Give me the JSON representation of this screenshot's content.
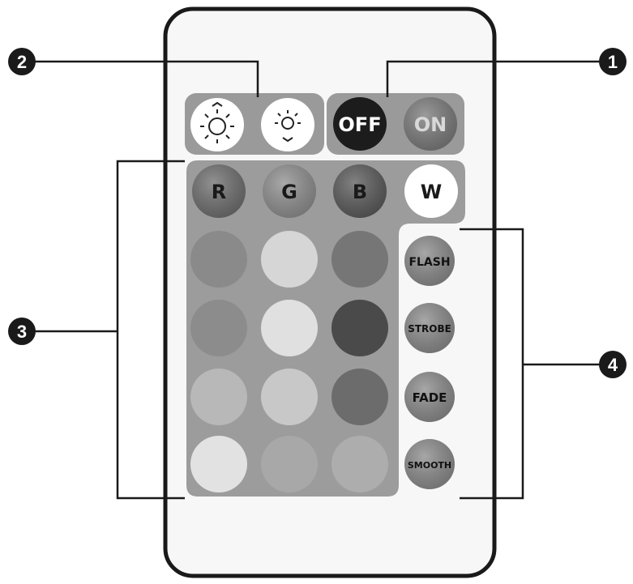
{
  "callouts": {
    "power": {
      "number": "1"
    },
    "brightness": {
      "number": "2"
    },
    "colors": {
      "number": "3"
    },
    "effects": {
      "number": "4"
    }
  },
  "power_buttons": {
    "off": "OFF",
    "on": "ON"
  },
  "brightness_buttons": [
    {
      "icon": "brightness-up-icon"
    },
    {
      "icon": "brightness-down-icon"
    }
  ],
  "color_buttons": {
    "red": "R",
    "green": "G",
    "blue": "B",
    "white": "W"
  },
  "effect_buttons": {
    "flash": "FLASH",
    "strobe": "STROBE",
    "fade": "FADE",
    "smooth": "SMOOTH"
  },
  "colors": {
    "remote_body": "#f7f7f7",
    "remote_outline": "#1a1a1a",
    "panel": "#9c9c9c",
    "off_button": "#1c1c1c",
    "on_button": "#7a7a7a",
    "white_button": "#ffffff"
  }
}
